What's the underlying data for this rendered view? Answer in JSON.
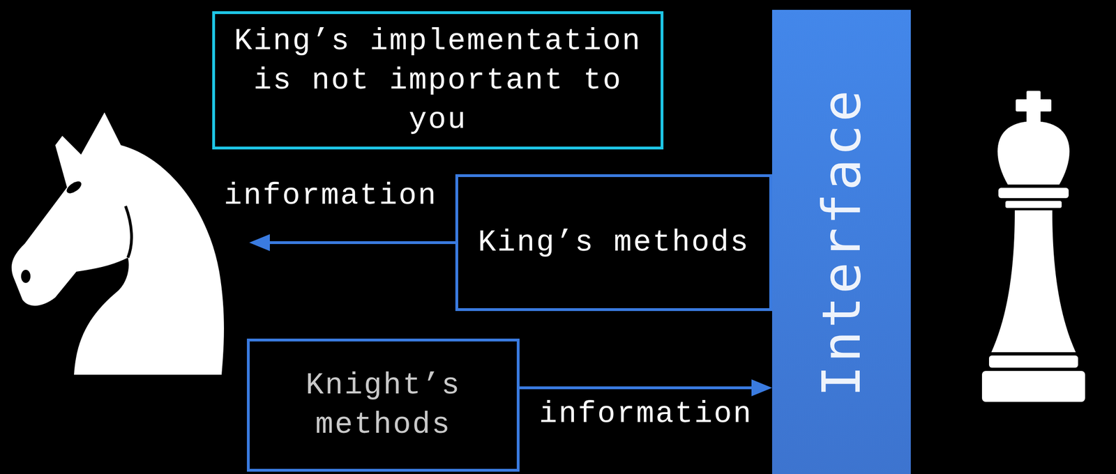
{
  "diagram": {
    "nodes": [
      {
        "text": [
          "King’s implementation is not important to you"
        ]
      },
      {
        "text": [
          "Interface"
        ]
      },
      {
        "text": [
          "King’s methods"
        ]
      },
      {
        "text": [
          "Knight’s methods"
        ]
      }
    ],
    "edges": [
      {
        "from": 3,
        "to": 1,
        "label": "information",
        "arrow": "to"
      }
    ],
    "labels": [
      "information"
    ]
  }
}
